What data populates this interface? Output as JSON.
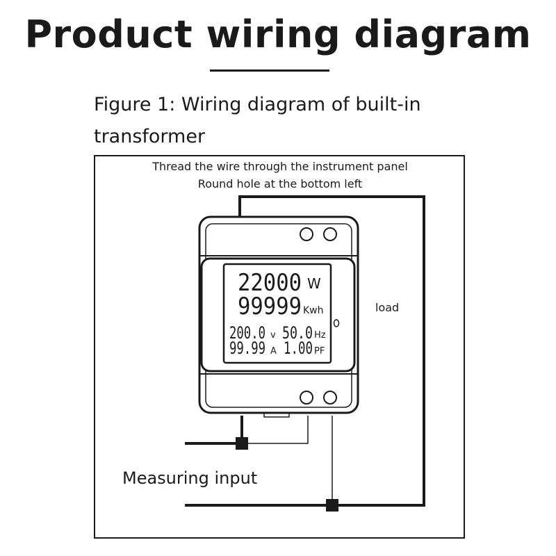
{
  "title": "Product wiring diagram",
  "caption": "Figure 1: Wiring diagram of built-in transformer",
  "note_line_1": "Thread the wire through the instrument panel",
  "note_line_2": "Round hole at the bottom left",
  "load_label": "load",
  "measuring_label": "Measuring input",
  "meter": {
    "power_value": "22000",
    "power_unit": "W",
    "energy_value": "99999",
    "energy_unit": "Kwh",
    "voltage_value": "200.0",
    "voltage_unit": "v",
    "frequency_value": "50.0",
    "frequency_unit": "Hz",
    "current_value": "99.99",
    "current_unit": "A",
    "pf_value": "1.00",
    "pf_unit": "PF"
  }
}
